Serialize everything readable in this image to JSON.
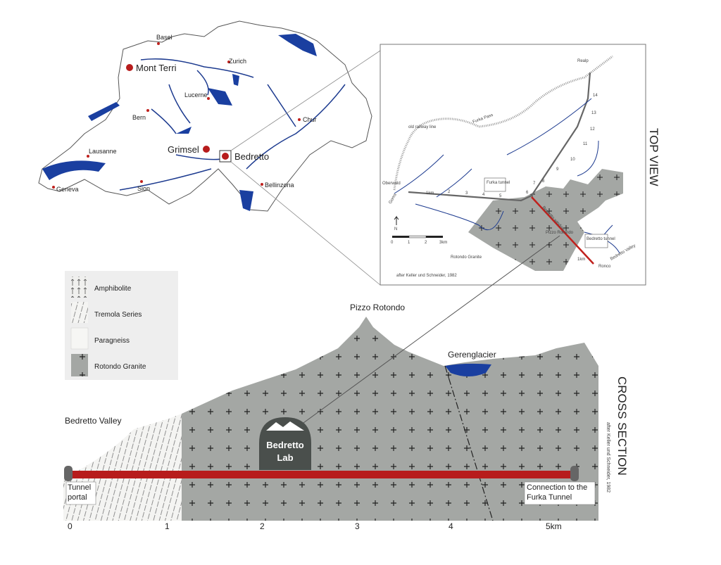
{
  "switzerland_map": {
    "cities": [
      "Basel",
      "Zurich",
      "Lucerne",
      "Bern",
      "Chur",
      "Lausanne",
      "Geneva",
      "Sion",
      "Bellinzona"
    ],
    "sites": [
      "Mont Terri",
      "Grimsel",
      "Bedretto"
    ]
  },
  "top_view": {
    "title": "TOP VIEW",
    "labels": {
      "realp": "Realp",
      "furka_pass": "Furka Pass",
      "old_railway": "old railway line",
      "oberwald": "Oberwald",
      "goms": "Goms",
      "furka_tunnel": "Furka tunnel",
      "bedretto_tunnel": "Bedretto tunnel",
      "bedretto_valley": "Bedretto Valley",
      "ronco": "Ronco",
      "rotondo_granite": "Rotondo Granite",
      "pizzo_rotondo": "Pizzo Rotondo",
      "bedretto_window": "Bedretto window",
      "credit": "after Keller und Schneider, 1982",
      "km1": "1km",
      "km1b": "1km"
    },
    "tunnel_marks": [
      "2",
      "3",
      "4",
      "5",
      "6",
      "7",
      "8",
      "9",
      "10",
      "11",
      "12",
      "13",
      "14"
    ],
    "scale": [
      "0",
      "1",
      "2",
      "3km"
    ],
    "colors": {
      "granite": "#a4a7a4",
      "tunnel": "#c0211d",
      "river": "#1c3a8f"
    }
  },
  "legend": {
    "items": [
      "Amphibolite",
      "Tremola Series",
      "Paragneiss",
      "Rotondo Granite"
    ]
  },
  "cross_section": {
    "title": "CROSS SECTION",
    "credit": "after Keller und Schneider, 1982",
    "labels": {
      "pizzo_rotondo": "Pizzo Rotondo",
      "gerenglacier": "Gerenglacier",
      "bedretto_valley": "Bedretto Valley",
      "tunnel_portal": "Tunnel portal",
      "connection": "Connection to the Furka Tunnel",
      "lab_line1": "Bedretto",
      "lab_line2": "Lab"
    },
    "axis": [
      "0",
      "1",
      "2",
      "3",
      "4",
      "5km"
    ]
  }
}
